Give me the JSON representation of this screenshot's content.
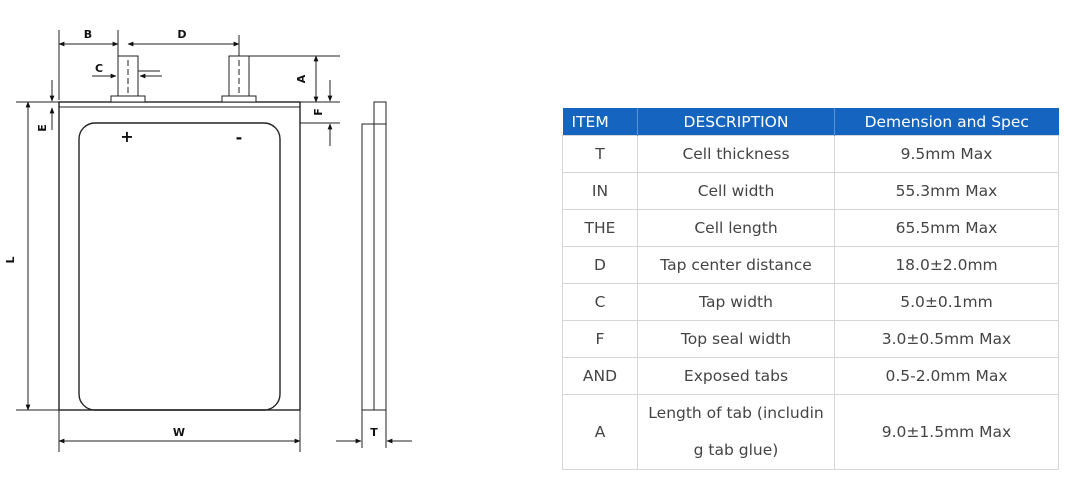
{
  "diagram": {
    "labels": {
      "B": "B",
      "D": "D",
      "C": "C",
      "A": "A",
      "E": "E",
      "F": "F",
      "L": "L",
      "W": "W",
      "T": "T",
      "plus": "+",
      "minus": "-"
    }
  },
  "table": {
    "headers": [
      "ITEM",
      "DESCRIPTION",
      "Demension and Spec"
    ],
    "rows": [
      {
        "item": "T",
        "description": "Cell thickness",
        "spec": "9.5mm Max"
      },
      {
        "item": "IN",
        "description": "Cell width",
        "spec": "55.3mm Max"
      },
      {
        "item": "THE",
        "description": "Cell length",
        "spec": "65.5mm Max"
      },
      {
        "item": "D",
        "description": "Tap center distance",
        "spec": "18.0±2.0mm"
      },
      {
        "item": "C",
        "description": "Tap width",
        "spec": "5.0±0.1mm"
      },
      {
        "item": "F",
        "description": "Top seal width",
        "spec": "3.0±0.5mm Max"
      },
      {
        "item": "AND",
        "description": "Exposed tabs",
        "spec": "0.5-2.0mm Max"
      },
      {
        "item": "A",
        "description": "Length of tab (including tab glue)",
        "spec": "9.0±1.5mm Max"
      }
    ],
    "colors": {
      "header_bg": "#1565c0",
      "header_text": "#ffffff",
      "border": "#d6d6d6"
    }
  }
}
